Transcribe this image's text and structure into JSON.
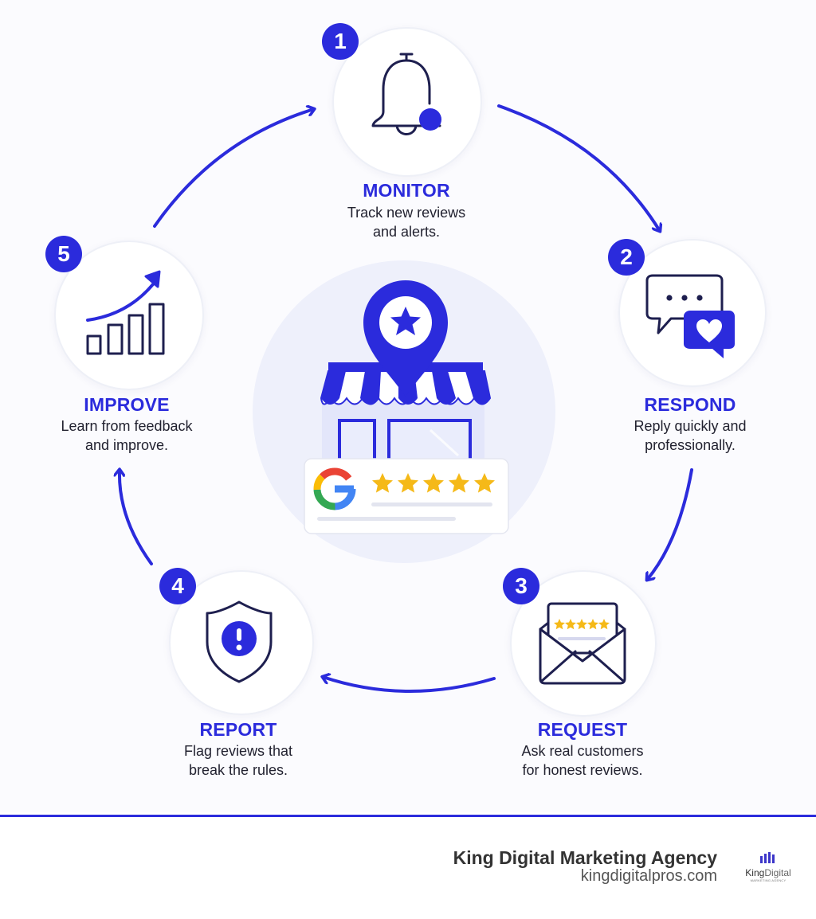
{
  "steps": [
    {
      "number": "1",
      "title": "MONITOR",
      "desc_line1": "Track new reviews",
      "desc_line2": "and alerts.",
      "icon": "bell-icon"
    },
    {
      "number": "2",
      "title": "RESPOND",
      "desc_line1": "Reply quickly and",
      "desc_line2": "professionally.",
      "icon": "chat-heart-icon"
    },
    {
      "number": "3",
      "title": "REQUEST",
      "desc_line1": "Ask real customers",
      "desc_line2": "for honest reviews.",
      "icon": "envelope-stars-icon"
    },
    {
      "number": "4",
      "title": "REPORT",
      "desc_line1": "Flag reviews that",
      "desc_line2": "break the rules.",
      "icon": "shield-alert-icon"
    },
    {
      "number": "5",
      "title": "IMPROVE",
      "desc_line1": "Learn from feedback",
      "desc_line2": "and improve.",
      "icon": "growth-chart-icon"
    }
  ],
  "center": {
    "icon": "storefront-pin-icon",
    "review_logo": "G",
    "star_count": 5
  },
  "footer": {
    "agency_name": "King Digital Marketing Agency",
    "agency_url": "kingdigitalpros.com",
    "logo_word_bold": "King",
    "logo_word_light": "Digital",
    "logo_subtitle": "MARKETING AGENCY"
  },
  "colors": {
    "accent": "#2b2bdc",
    "star": "#f5b918",
    "google_blue": "#4285f4",
    "google_red": "#ea4335",
    "google_yellow": "#fbbc05",
    "google_green": "#34a853"
  }
}
